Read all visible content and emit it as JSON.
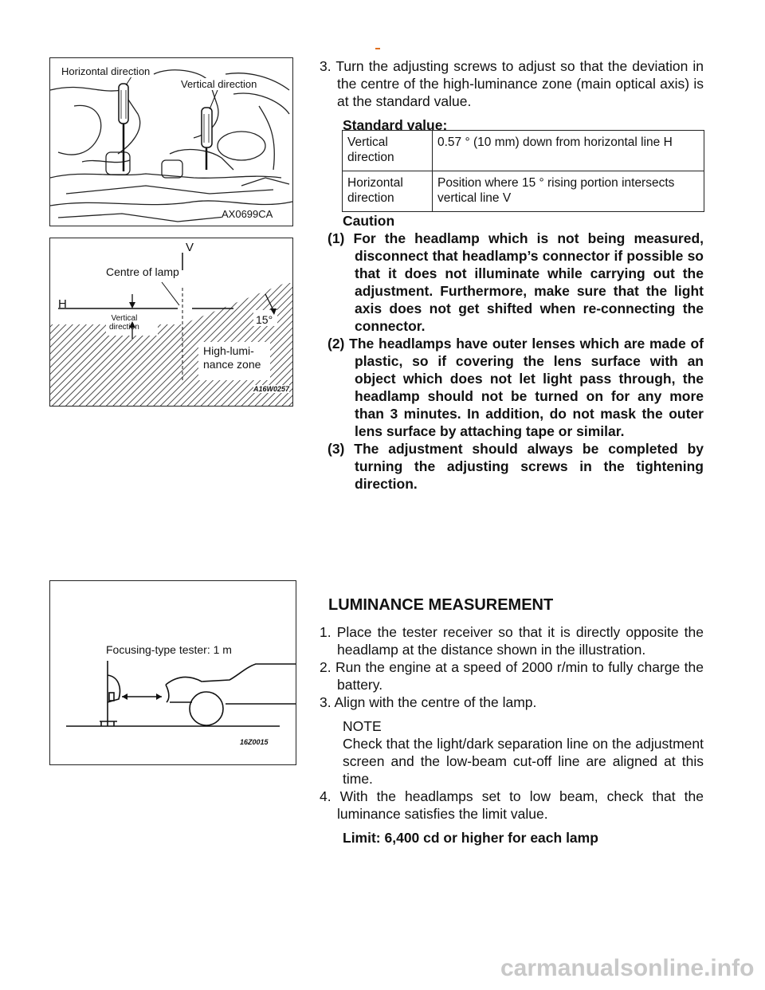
{
  "figures": {
    "fig1": {
      "label_horizontal": "Horizontal direction",
      "label_vertical": "Vertical direction",
      "code": "AX0699CA"
    },
    "fig2": {
      "label_v": "V",
      "label_h": "H",
      "label_centre": "Centre of lamp",
      "label_vertical_dir_1": "Vertical",
      "label_vertical_dir_2": "direction",
      "label_angle": "15°",
      "label_zone_1": "High-lumi-",
      "label_zone_2": "nance zone",
      "code": "A16W0257"
    },
    "fig3": {
      "label_tester": "Focusing-type tester: 1 m",
      "code": "16Z0015"
    }
  },
  "step3": {
    "text": "3.  Turn the adjusting screws to adjust so that the deviation in the centre of the high-luminance zone (main optical axis) is at the standard value.",
    "standard_label": "Standard  value:"
  },
  "standard_table": [
    {
      "name": "Vertical direction",
      "value": "0.57 ° (10 mm) down from horizontal line H"
    },
    {
      "name": "Horizontal direction",
      "value": "Position where 15 ° rising portion intersects vertical line V"
    }
  ],
  "caution": {
    "title": "Caution",
    "items": [
      "(1)  For the headlamp which is not being measured, disconnect that headlamp’s connector if possible so that it does not illuminate while carrying out the adjustment. Furthermore, make sure that the light axis does not get shifted when re-connecting the  connector.",
      "(2)  The headlamps have outer lenses which are made of plastic, so if covering the lens surface with an object which does not let light pass through, the headlamp should not be turned on for any more than 3 minutes. In addition, do not mask the outer lens surface by attaching tape or similar.",
      "(3)  The adjustment should always be completed by turning the adjusting screws in the tightening direction."
    ]
  },
  "luminance": {
    "heading": "LUMINANCE MEASUREMENT",
    "steps": [
      "1.  Place the tester receiver so that it is directly opposite the headlamp at the distance shown in the illustration.",
      "2.  Run the engine at a speed of 2000 r/min to fully charge the  battery.",
      "3.  Align  with  the  centre  of  the  lamp."
    ],
    "note_title": "NOTE",
    "note_text": "Check that the light/dark separation line on the adjustment screen and the low-beam cut-off line are aligned at this time.",
    "step4": "4.  With the headlamps set to low beam, check that the luminance satisfies the limit value.",
    "limit": "Limit:  6,400  cd  or  higher  for  each  lamp"
  },
  "watermark": "carmanualsonline.info"
}
